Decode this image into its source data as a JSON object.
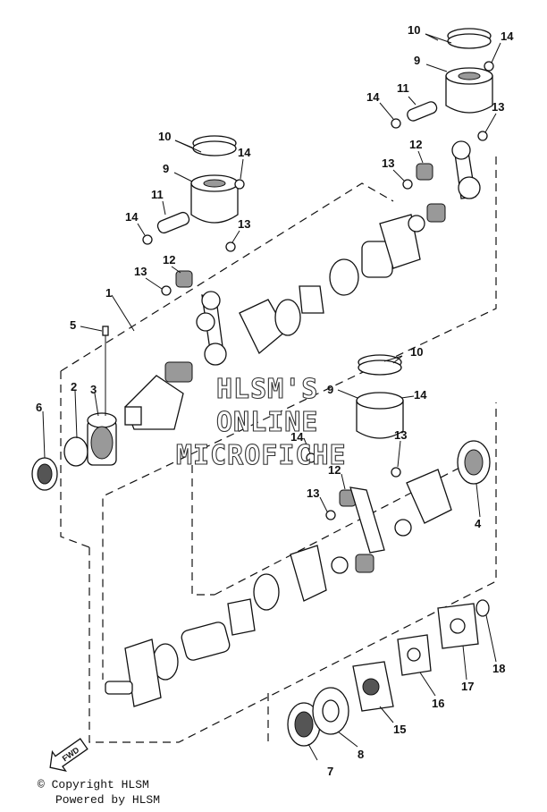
{
  "watermark": {
    "line1": "HLSM'S",
    "line2": "ONLINE",
    "line3": "MICROFICHE"
  },
  "fwd_label": "FWD",
  "footer": {
    "copyright": "© Copyright HLSM",
    "powered": "Powered by HLSM"
  },
  "callouts": [
    {
      "id": "c1",
      "text": "1"
    },
    {
      "id": "c2",
      "text": "2"
    },
    {
      "id": "c3",
      "text": "3"
    },
    {
      "id": "c4",
      "text": "4"
    },
    {
      "id": "c5",
      "text": "5"
    },
    {
      "id": "c6",
      "text": "6"
    },
    {
      "id": "c7",
      "text": "7"
    },
    {
      "id": "c8",
      "text": "8"
    },
    {
      "id": "c9a",
      "text": "9"
    },
    {
      "id": "c9b",
      "text": "9"
    },
    {
      "id": "c9c",
      "text": "9"
    },
    {
      "id": "c10a",
      "text": "10"
    },
    {
      "id": "c10b",
      "text": "10"
    },
    {
      "id": "c10c",
      "text": "10"
    },
    {
      "id": "c11a",
      "text": "11"
    },
    {
      "id": "c11b",
      "text": "11"
    },
    {
      "id": "c12a",
      "text": "12"
    },
    {
      "id": "c12b",
      "text": "12"
    },
    {
      "id": "c12c",
      "text": "12"
    },
    {
      "id": "c13a",
      "text": "13"
    },
    {
      "id": "c13b",
      "text": "13"
    },
    {
      "id": "c13c",
      "text": "13"
    },
    {
      "id": "c13d",
      "text": "13"
    },
    {
      "id": "c13e",
      "text": "13"
    },
    {
      "id": "c13f",
      "text": "13"
    },
    {
      "id": "c14a",
      "text": "14"
    },
    {
      "id": "c14b",
      "text": "14"
    },
    {
      "id": "c14c",
      "text": "14"
    },
    {
      "id": "c14d",
      "text": "14"
    },
    {
      "id": "c14e",
      "text": "14"
    },
    {
      "id": "c14f",
      "text": "14"
    },
    {
      "id": "c15",
      "text": "15"
    },
    {
      "id": "c16",
      "text": "16"
    },
    {
      "id": "c17",
      "text": "17"
    },
    {
      "id": "c18",
      "text": "18"
    }
  ]
}
